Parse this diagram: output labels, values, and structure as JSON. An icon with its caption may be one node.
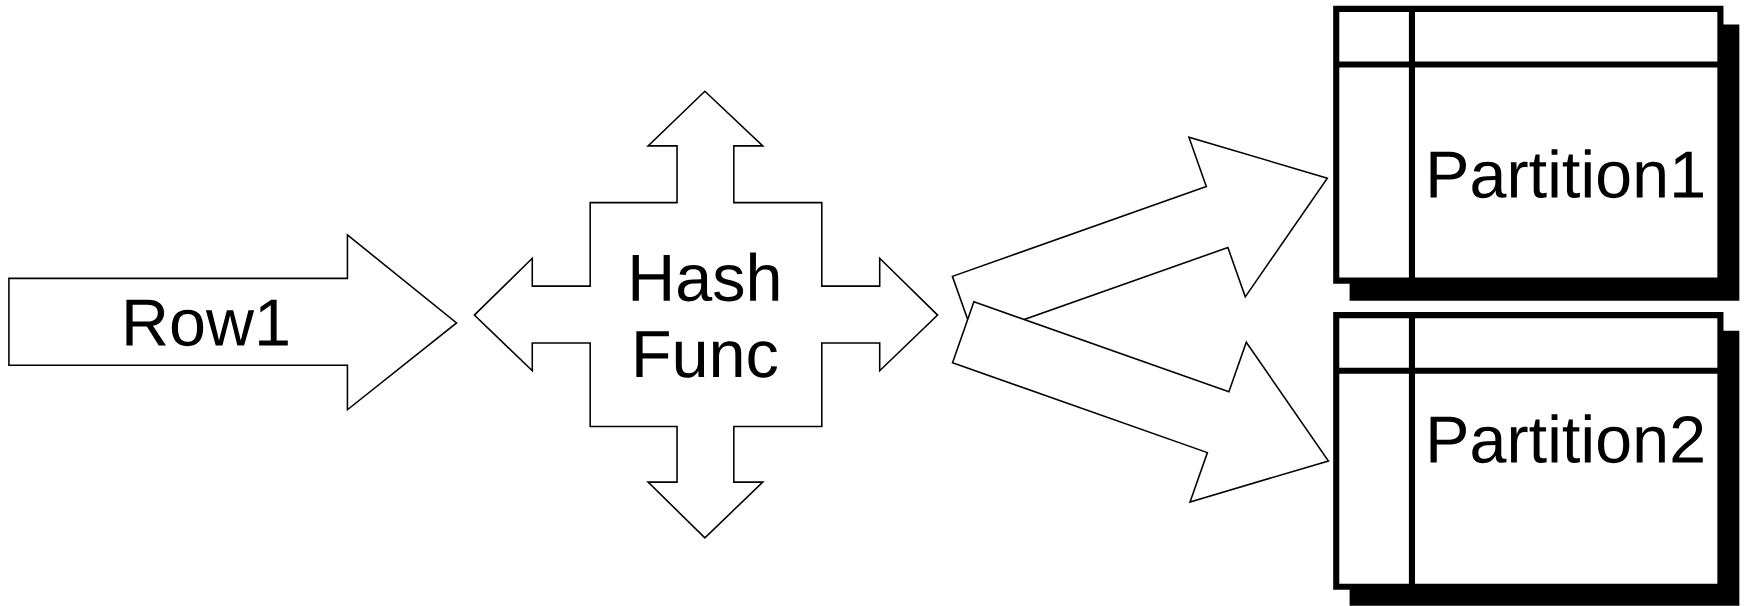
{
  "diagram": {
    "nodes": [
      {
        "text": [
          "Row1"
        ]
      },
      {
        "text": [
          "Hash Func"
        ]
      },
      {
        "text": [
          "Partition1"
        ]
      },
      {
        "text": [
          "Partition2"
        ]
      }
    ],
    "edges": [
      {
        "from": 1,
        "to": 2,
        "arrow": "to"
      },
      {
        "from": 1,
        "to": 3,
        "arrow": "to"
      }
    ]
  }
}
